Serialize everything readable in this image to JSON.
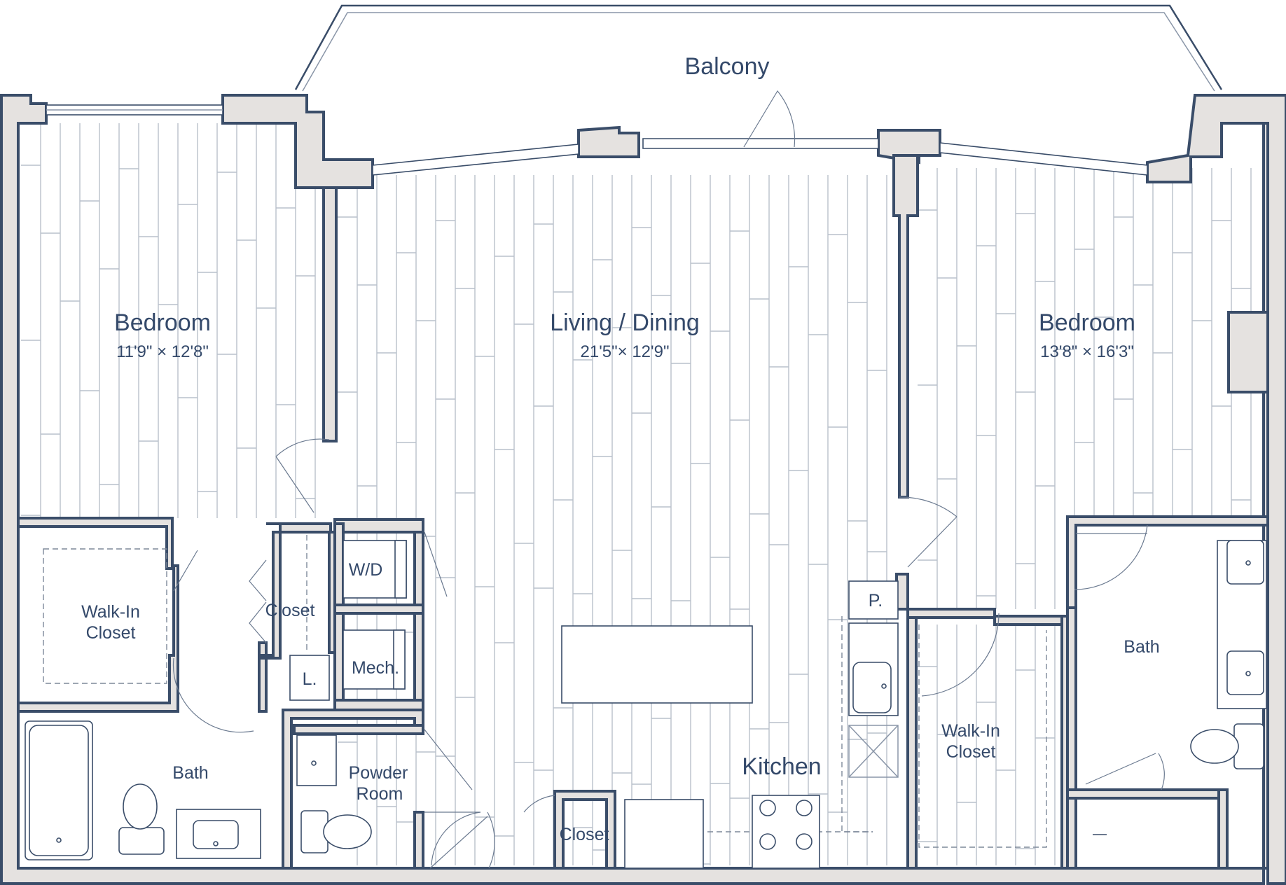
{
  "colors": {
    "wall_outline": "#3a4d69",
    "wall_fill": "#e5e2e0",
    "label": "#34496a",
    "plank": "#b9c0cb"
  },
  "rooms": {
    "balcony": "Balcony",
    "bedroom_left": {
      "name": "Bedroom",
      "dims": "11'9\" × 12'8\""
    },
    "living_dining": {
      "name": "Living / Dining",
      "dims": "21'5\"× 12'9\""
    },
    "bedroom_right": {
      "name": "Bedroom",
      "dims": "13'8\" × 16'3\""
    },
    "walk_in_closet_left": [
      "Walk-In",
      "Closet"
    ],
    "closet_mid": "Closet",
    "wd": "W/D",
    "mech": "Mech.",
    "linen": "L.",
    "bath_left": "Bath",
    "powder_room": [
      "Powder",
      "Room"
    ],
    "closet_bottom": "Closet",
    "kitchen": "Kitchen",
    "pantry": "P.",
    "walk_in_closet_right": [
      "Walk-In",
      "Closet"
    ],
    "bath_right": "Bath"
  }
}
